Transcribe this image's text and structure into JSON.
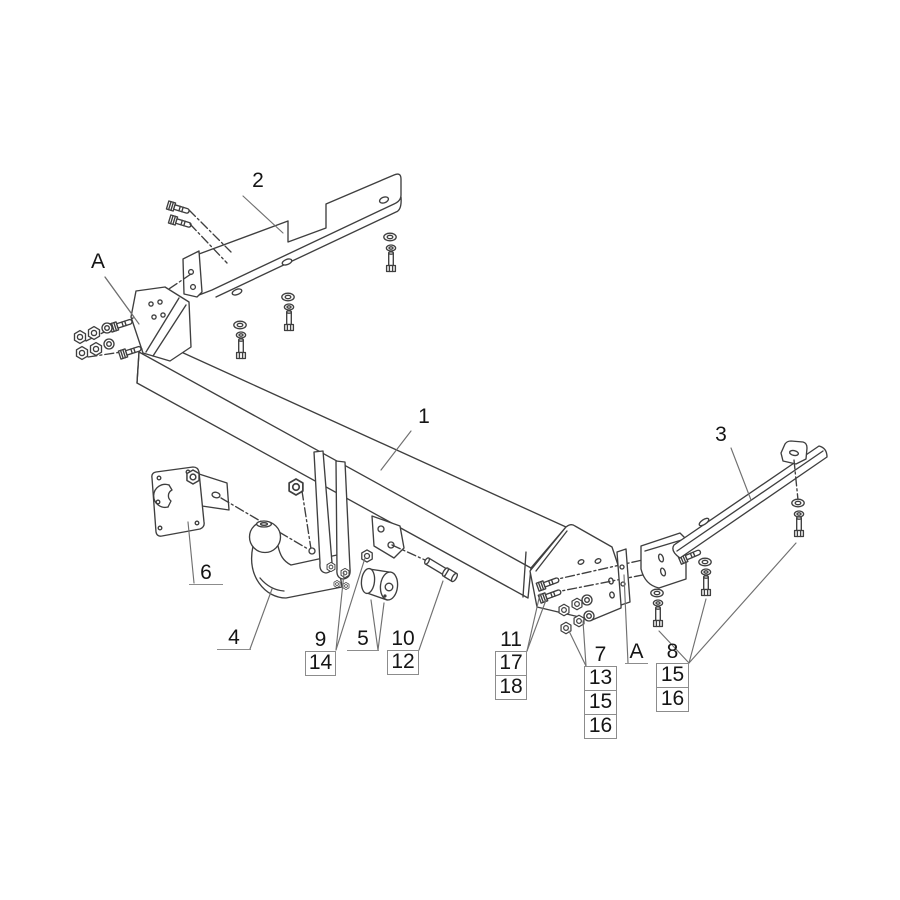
{
  "diagram": {
    "kind": "exploded-parts-diagram",
    "subject": "Towbar hitch assembly exploded view",
    "background": "#ffffff",
    "line_color": "#3f3f3f",
    "leader_color": "#707070",
    "label_border_color": "#8c8c8c",
    "label_text_color": "#151515",
    "callouts": {
      "part1": {
        "label": "1"
      },
      "part2": {
        "label": "2"
      },
      "part3": {
        "label": "3"
      },
      "part4": {
        "label": "4"
      },
      "part5": {
        "label": "5"
      },
      "part6": {
        "label": "6"
      },
      "group9": {
        "label": "9",
        "sub": [
          "14"
        ]
      },
      "group10": {
        "label": "10",
        "sub": [
          "12"
        ]
      },
      "group11": {
        "label": "11",
        "sub": [
          "17",
          "18"
        ]
      },
      "group7": {
        "label": "7",
        "sub": [
          "13",
          "15",
          "16"
        ]
      },
      "group8": {
        "label": "8",
        "sub": [
          "15",
          "16"
        ]
      },
      "ref_a_left": {
        "label": "A"
      },
      "ref_a_right": {
        "label": "A"
      }
    }
  }
}
